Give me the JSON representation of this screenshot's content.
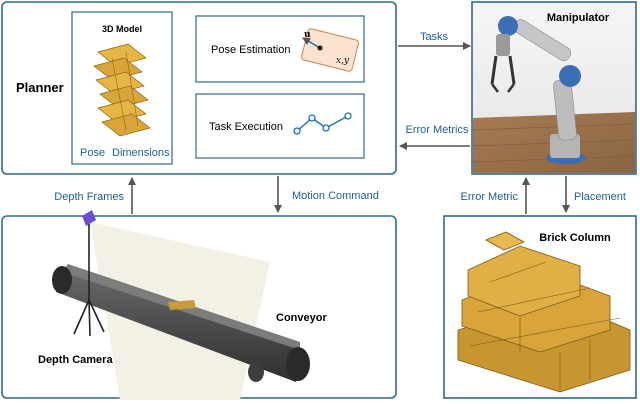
{
  "planner": {
    "title": "Planner",
    "model_caption": "3D Model",
    "pose_label": "Pose",
    "dimensions_label": "Dimensions",
    "pose_estimation": "Pose Estimation",
    "pose_vector": "u",
    "pose_coord": "x,y",
    "task_execution": "Task Execution"
  },
  "manipulator": {
    "title": "Manipulator"
  },
  "conveyor": {
    "title": "Conveyor",
    "camera_label": "Depth Camera"
  },
  "brick_column": {
    "title": "Brick Column"
  },
  "arrows": {
    "tasks": "Tasks",
    "error_metrics": "Error Metrics",
    "depth_frames": "Depth Frames",
    "motion_command": "Motion Command",
    "error_metric": "Error Metric",
    "placement": "Placement"
  },
  "colors": {
    "box_border": "#2b6a93",
    "arrow": "#555555",
    "label_blue": "#1f5f8f",
    "brick": "#d9a53b",
    "pose_box_fill": "#fbe3cf",
    "pose_box_stroke": "#c98552"
  }
}
